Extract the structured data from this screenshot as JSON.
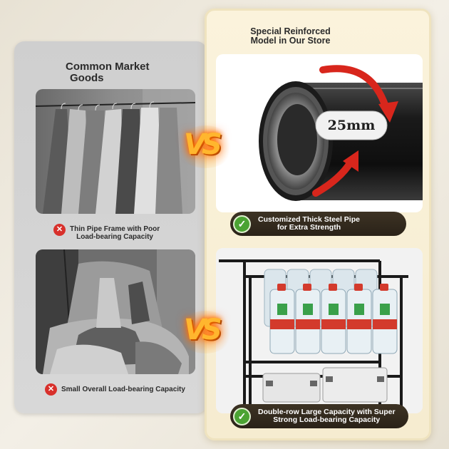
{
  "left": {
    "title_line1": "Common Market",
    "title_line2": "Goods",
    "caption1_line1": "Thin Pipe Frame with Poor",
    "caption1_line2": "Load-bearing Capacity",
    "caption2": "Small Overall Load-bearing Capacity"
  },
  "right": {
    "title_line1": "Special Reinforced",
    "title_line2": "Model in Our Store",
    "pipe_size": "25mm",
    "feature1_line1": "Customized Thick Steel Pipe",
    "feature1_line2": "for Extra Strength",
    "feature2_line1": "Double-row Large Capacity with Super",
    "feature2_line2": "Strong Load-bearing Capacity"
  },
  "vs_label": "VS",
  "icons": {
    "cross": "✕",
    "check": "✓"
  },
  "colors": {
    "cross_red": "#d8302b",
    "check_green": "#4ba333",
    "arrow_red": "#d8261c",
    "vs_orange": "#ffb62e"
  }
}
